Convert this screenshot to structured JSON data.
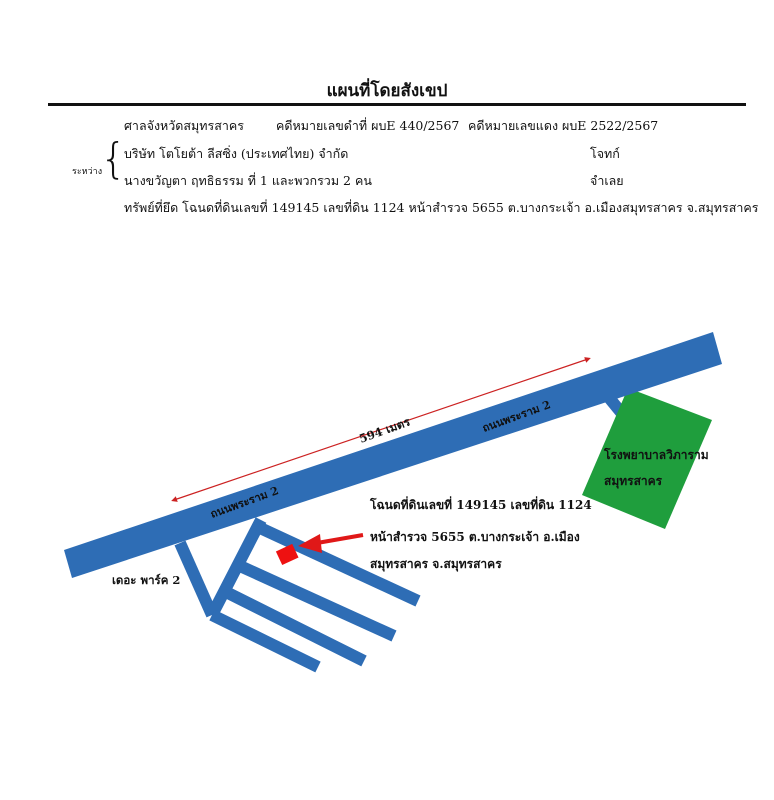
{
  "header": {
    "title": "แผนที่โดยสังเขป",
    "court": "ศาลจังหวัดสมุทรสาคร",
    "black_case": "คดีหมายเลขดำที่ ผบE 440/2567",
    "red_case": "คดีหมายเลขแดง ผบE 2522/2567",
    "between_label": "ระหว่าง",
    "plaintiff_name": "บริษัท โตโยต้า ลีสซิ่ง (ประเทศไทย) จำกัด",
    "plaintiff_role": "โจทก์",
    "defendant_name": "นางขวัญตา ฤทธิธรรม ที่ 1 และพวกรวม 2 คน",
    "defendant_role": "จำเลย",
    "property": "ทรัพย์ที่ยึด  โฉนดที่ดินเลขที่ 149145 เลขที่ดิน 1124 หน้าสำรวจ 5655 ต.บางกระเจ้า อ.เมืองสมุทรสาคร จ.สมุทรสาคร"
  },
  "map": {
    "road_main_label_right": "ถนนพระราม 2",
    "road_main_label_left": "ถนนพระราม 2",
    "distance_label": "594 เมตร",
    "hospital_line1": "โรงพยาบาลวิภาราม",
    "hospital_line2": "สมุทรสาคร",
    "subdivision_label": "เดอะ พาร์ค 2",
    "plot_line1": "โฉนดที่ดินเลขที่ 149145 เลขที่ดิน 1124",
    "plot_line2": "หน้าสำรวจ 5655 ต.บางกระเจ้า อ.เมือง",
    "plot_line3": "สมุทรสาคร จ.สมุทรสาคร"
  },
  "colors": {
    "road": "#2e6db5",
    "hospital": "#1f9e3d",
    "plot": "#ee1111",
    "arrow": "#e01818",
    "distance_line": "#cc2222"
  }
}
